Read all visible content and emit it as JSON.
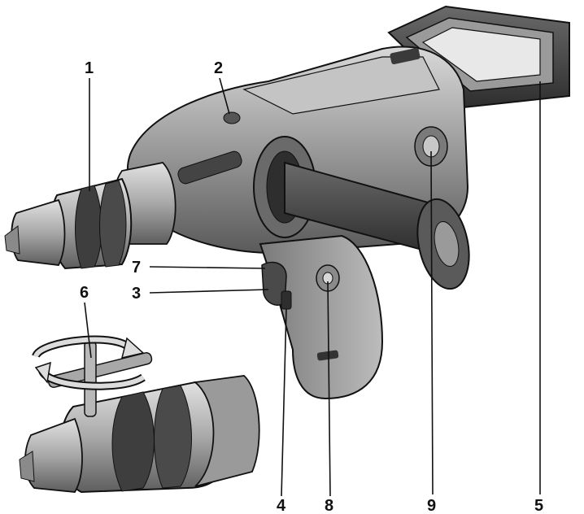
{
  "diagram": {
    "callouts": [
      {
        "id": "1",
        "label": "1"
      },
      {
        "id": "2",
        "label": "2"
      },
      {
        "id": "3",
        "label": "3"
      },
      {
        "id": "4",
        "label": "4"
      },
      {
        "id": "5",
        "label": "5"
      },
      {
        "id": "6",
        "label": "6"
      },
      {
        "id": "7",
        "label": "7"
      },
      {
        "id": "8",
        "label": "8"
      },
      {
        "id": "9",
        "label": "9"
      }
    ]
  },
  "colors": {
    "body_dark": "#4a4a4a",
    "body_mid": "#8c8c8c",
    "body_light": "#cfcfcf",
    "handle": "#3a3a3a",
    "chuck_metal": "#b8b8b8",
    "outline": "#111111"
  }
}
